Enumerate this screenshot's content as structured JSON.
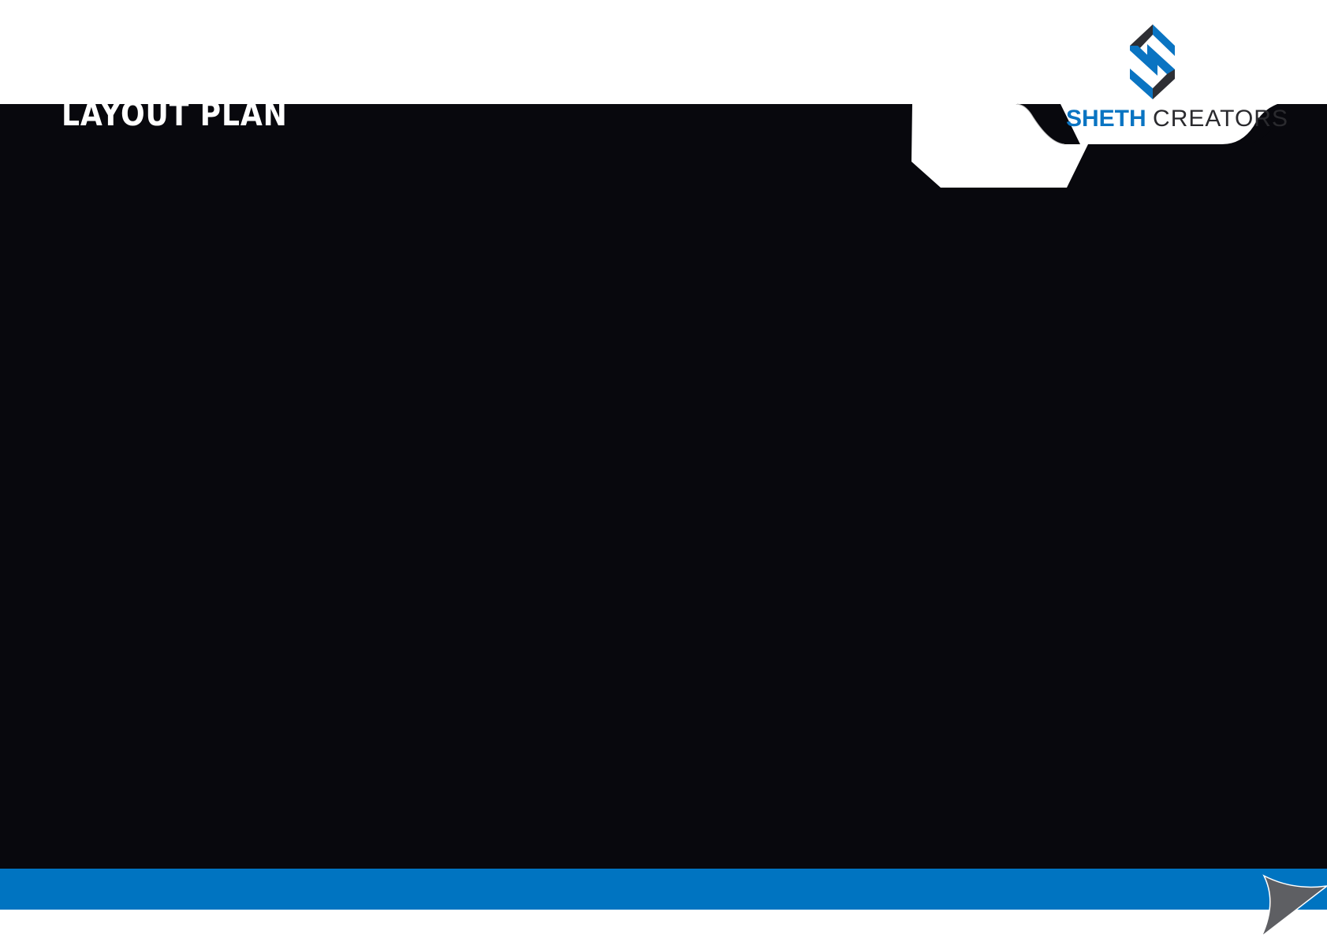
{
  "title": "LAYOUT PLAN",
  "brand": {
    "name_primary": "SHETH",
    "name_secondary": "CREATORS"
  },
  "colors": {
    "background": "#08080d",
    "accent_blue": "#0074c1",
    "logo_dark": "#2e2f34",
    "curl_grey": "#5e5f63"
  }
}
